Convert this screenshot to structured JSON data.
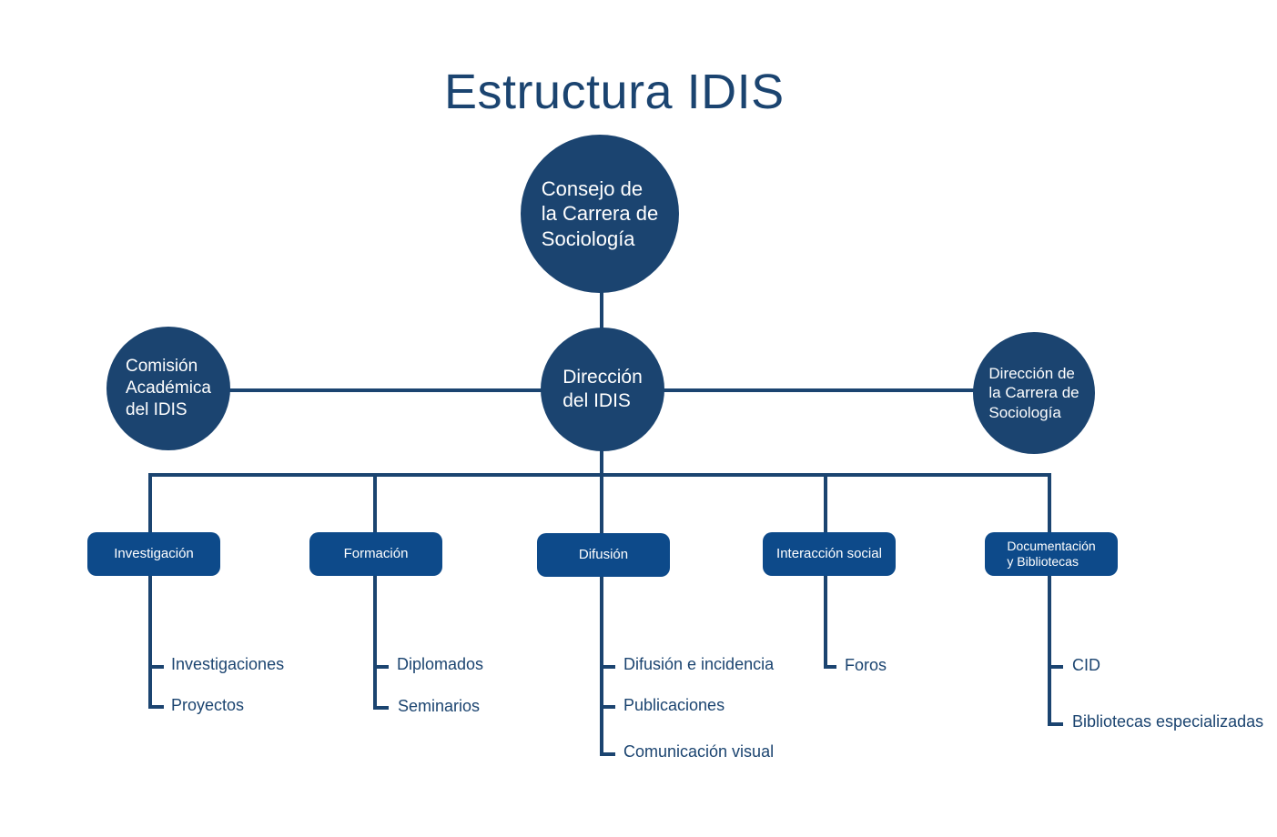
{
  "title": "Estructura IDIS",
  "colors": {
    "node": "#1b4470",
    "box": "#0d4a8a",
    "line": "#1b4470"
  },
  "nodes": {
    "consejo": "Consejo de\nla Carrera de\nSociología",
    "direccion_idis": "Dirección\ndel IDIS",
    "comision": "Comisión\nAcadémica\ndel IDIS",
    "direccion_carrera": "Dirección de\nla Carrera de\nSociología"
  },
  "areas": [
    {
      "label": "Investigación",
      "items": [
        "Investigaciones",
        "Proyectos"
      ]
    },
    {
      "label": "Formación",
      "items": [
        "Diplomados",
        "Seminarios"
      ]
    },
    {
      "label": "Difusión",
      "items": [
        "Difusión e incidencia",
        "Publicaciones",
        "Comunicación visual"
      ]
    },
    {
      "label": "Interacción social",
      "items": [
        "Foros"
      ]
    },
    {
      "label": "Documentación\ny Bibliotecas",
      "items": [
        "CID",
        "Bibliotecas especializadas"
      ]
    }
  ]
}
